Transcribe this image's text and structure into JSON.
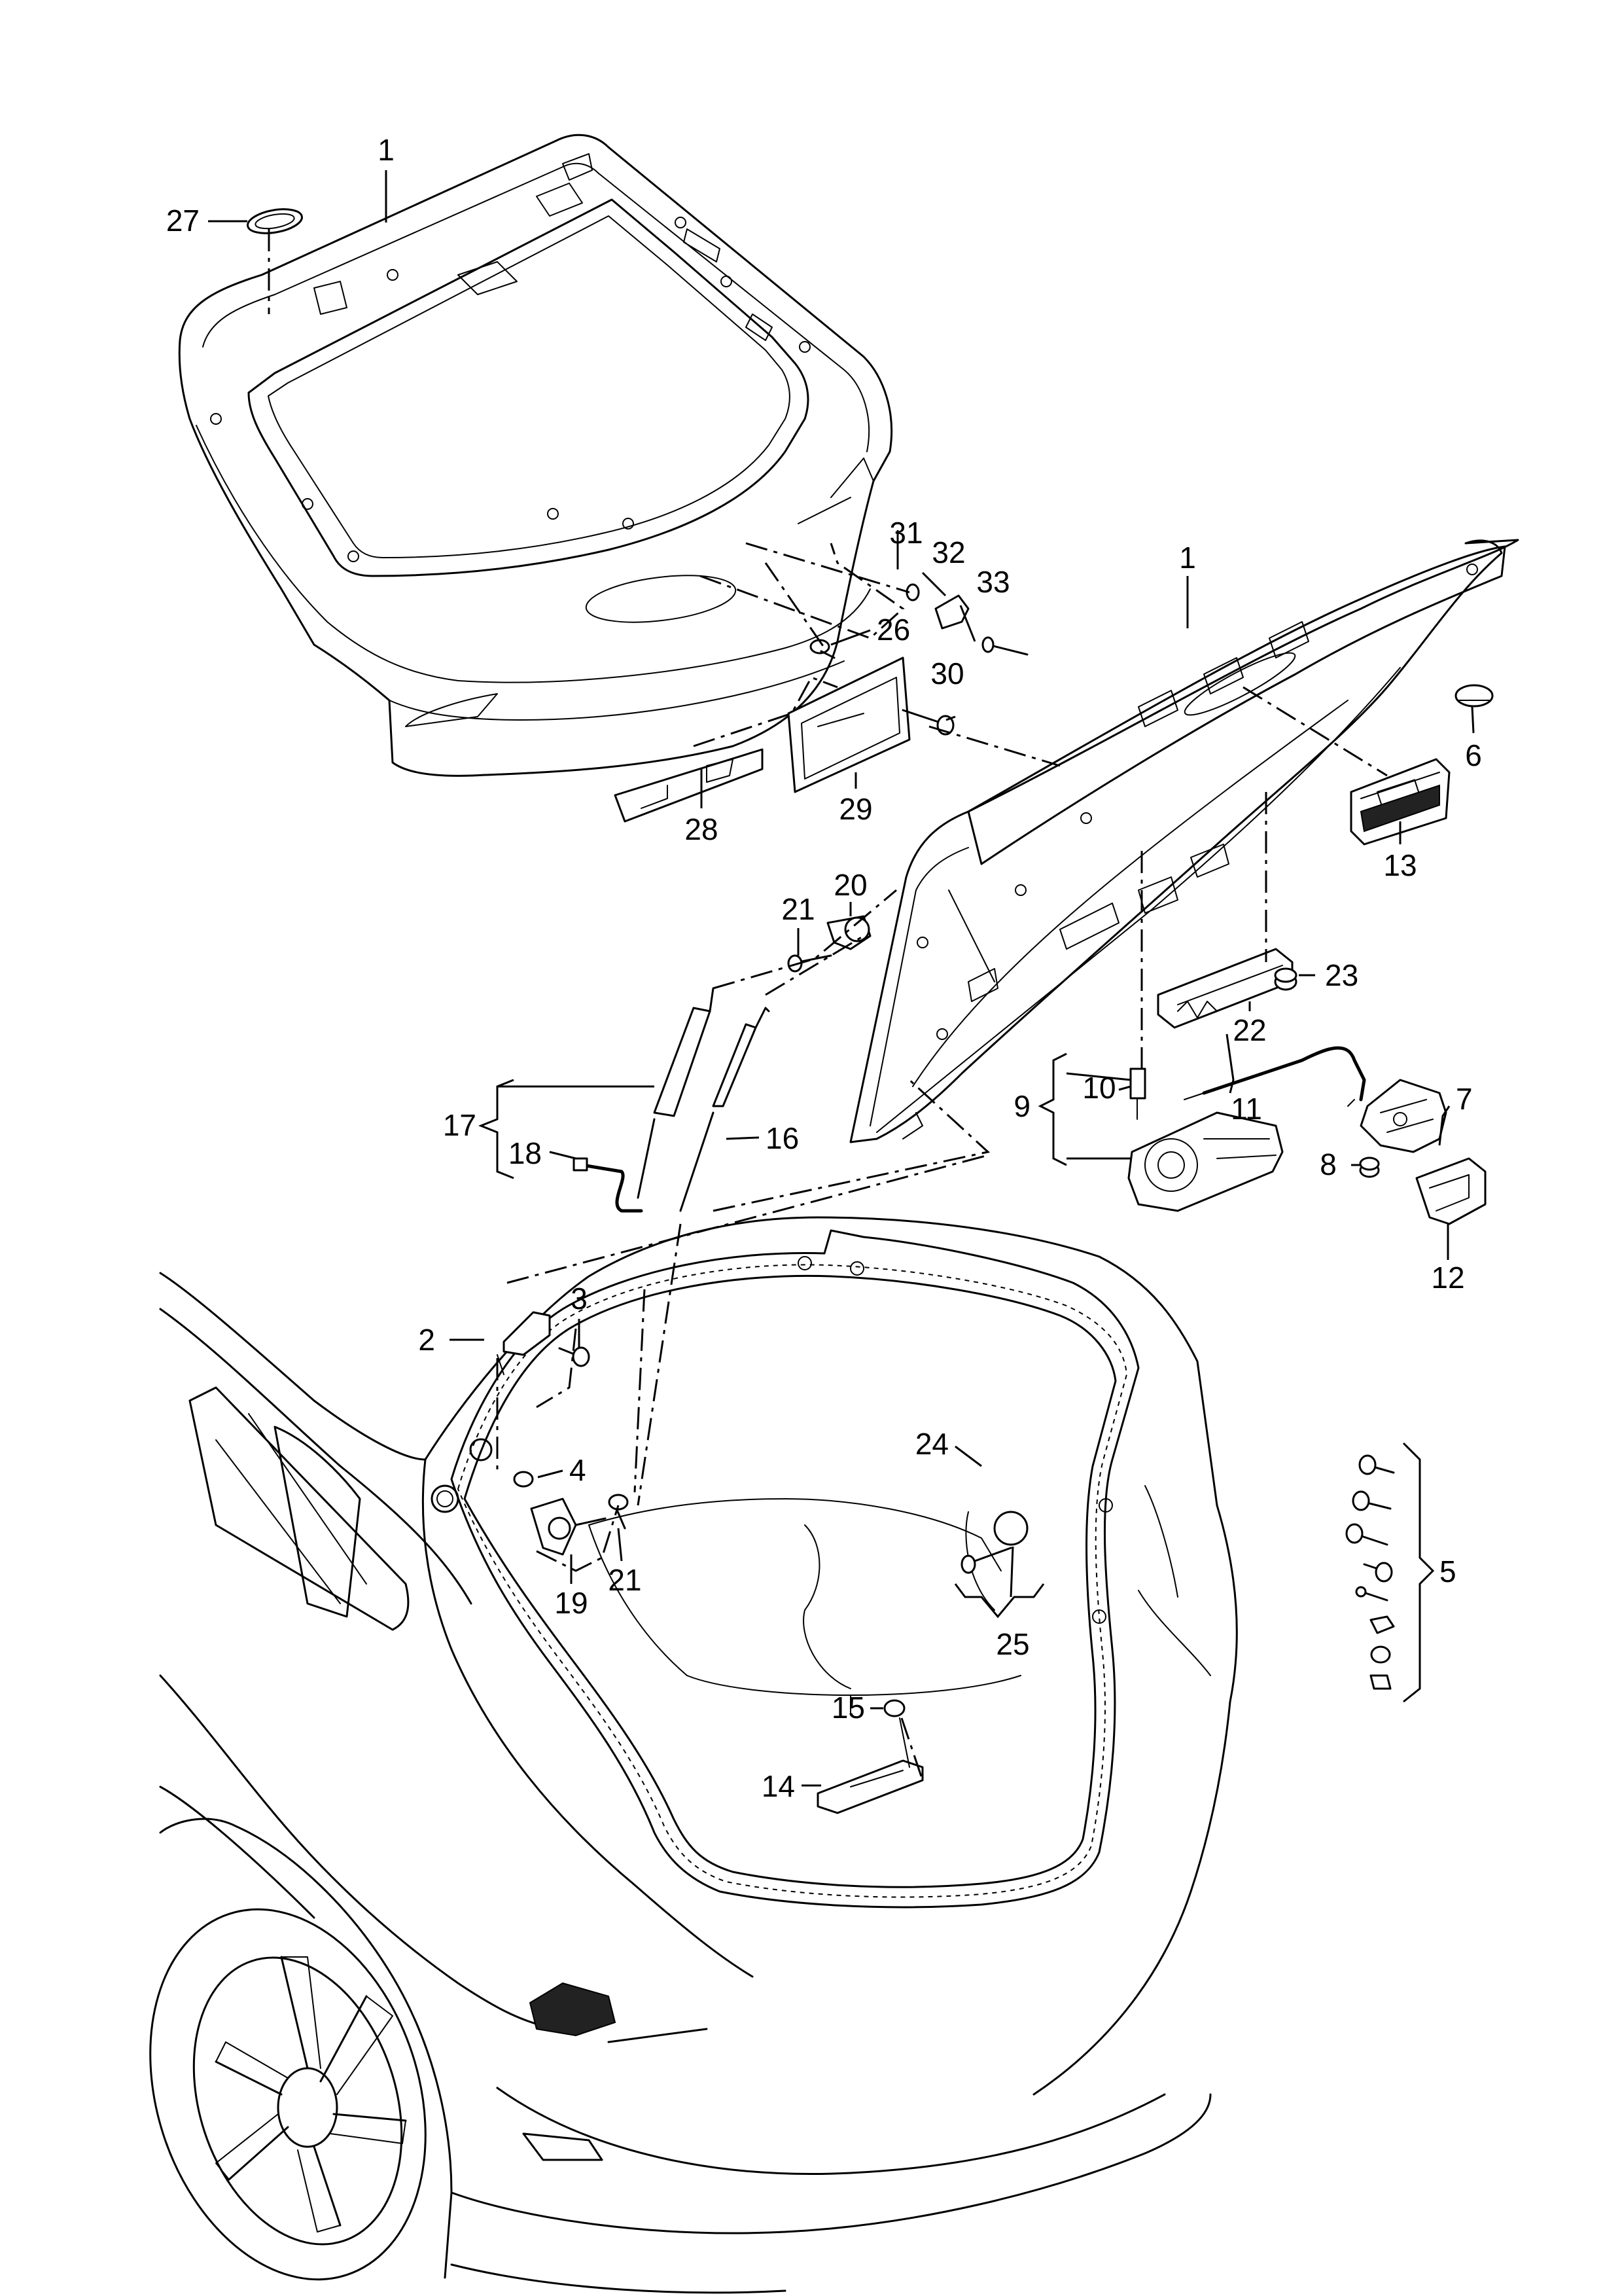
{
  "callouts": {
    "c1_top": "1",
    "c1_right": "1",
    "c2": "2",
    "c3": "3",
    "c4": "4",
    "c5": "5",
    "c6": "6",
    "c7": "7",
    "c8": "8",
    "c9": "9",
    "c10": "10",
    "c11": "11",
    "c12": "12",
    "c13": "13",
    "c14": "14",
    "c15": "15",
    "c16": "16",
    "c17": "17",
    "c18": "18",
    "c19": "19",
    "c20": "20",
    "c21_a": "21",
    "c21_b": "21",
    "c22": "22",
    "c23": "23",
    "c24": "24",
    "c25": "25",
    "c26": "26",
    "c27": "27",
    "c28": "28",
    "c29": "29",
    "c30": "30",
    "c31": "31",
    "c32": "32",
    "c33": "33"
  },
  "colors": {
    "line": "#000000",
    "background": "#ffffff"
  }
}
